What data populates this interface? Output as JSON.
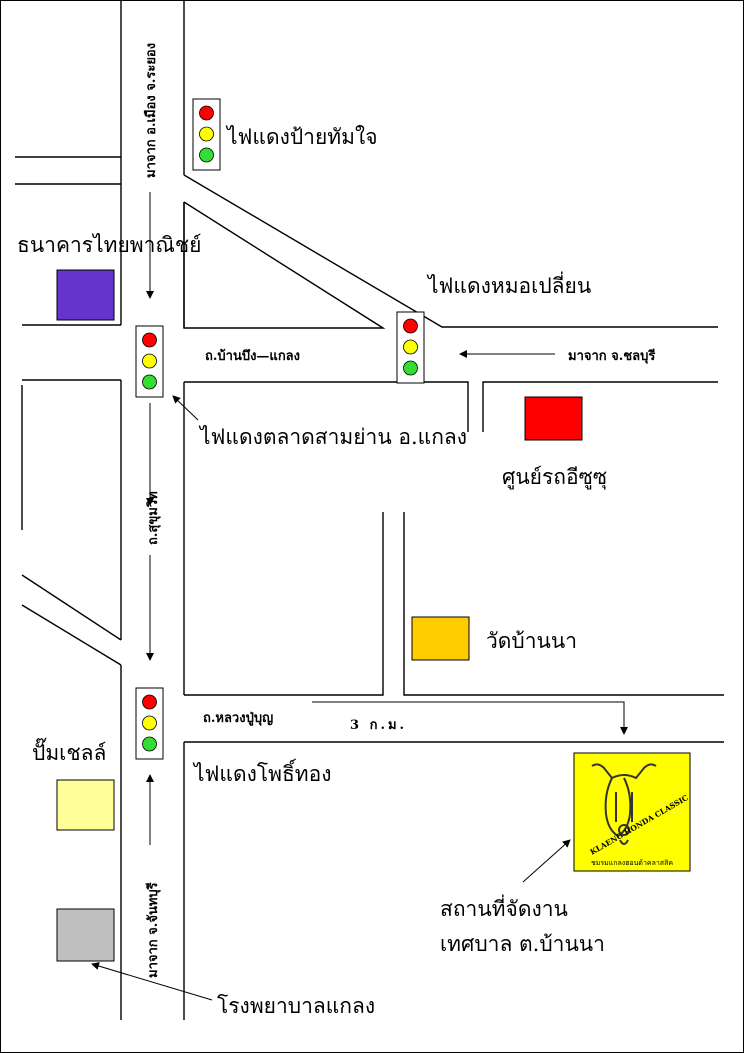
{
  "labels": {
    "from_rayong": "มาจาก อ.เมือง จ.ระยอง",
    "signal_paitamjai": "ไฟแดงป้ายทัมใจ",
    "bank": "ธนาคารไทยพาณิชย์",
    "signal_moplien": "ไฟแดงหมอเปลี่ยน",
    "road_banbueng": "ถ.บ้านบึง—แกลง",
    "from_chonburi": "มาจาก จ.ชลบุรี",
    "signal_samyan": "ไฟแดงตลาดสามย่าน อ.แกลง",
    "isuzu": "ศูนย์รถอีซูซุ",
    "sukhumvit": "ถ.สุขุมวิท",
    "wat": "วัดบ้านนา",
    "road_luangpu": "ถ.หลวงปู่บุญ",
    "distance": "3 ก.ม.",
    "gas": "ปั๊มเชลล์",
    "signal_phothong": "ไฟแดงโพธิ์ทอง",
    "venue_line1": "สถานที่จัดงาน",
    "venue_line2": "เทศบาล ต.บ้านนา",
    "from_chanthaburi": "มาจาก จ.จันทบุรี",
    "hospital": "โรงพยาบาลแกลง"
  },
  "logo": {
    "text": "KLAENG HONDA CLASSIC",
    "subtext": "ชมรมแกลงฮอนด้าคลาสสิค"
  },
  "colors": {
    "bank": "#6633cc",
    "isuzu": "#ff0000",
    "wat": "#ffcc00",
    "gas": "#ffff99",
    "hospital": "#c0c0c0",
    "logo_bg": "#ffff00",
    "signal_red": "#ff0000",
    "signal_yellow": "#ffff00",
    "signal_green": "#33dd33"
  }
}
